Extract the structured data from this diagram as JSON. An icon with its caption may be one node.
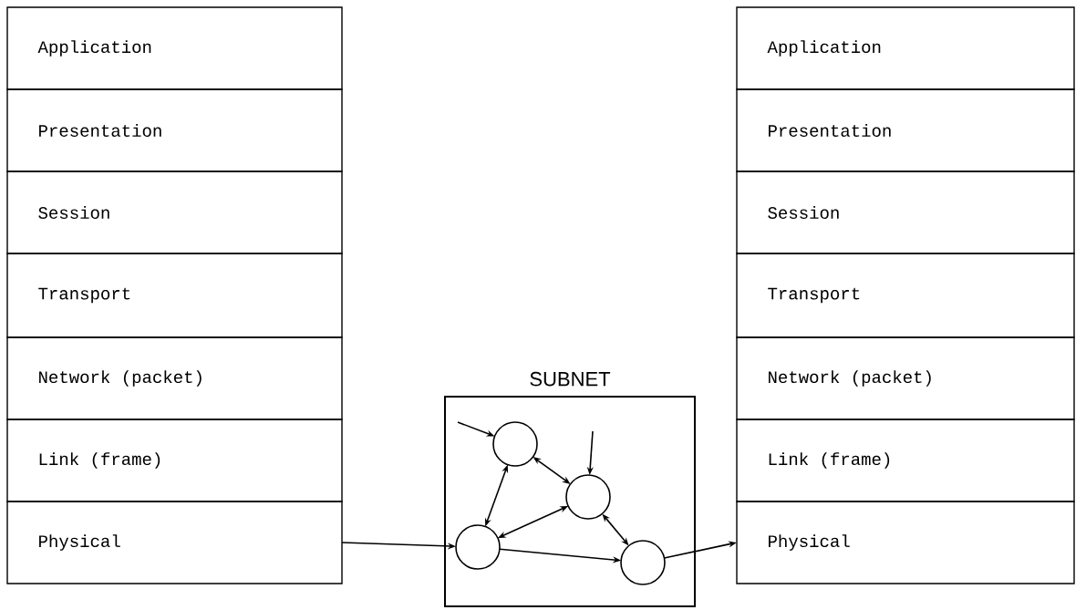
{
  "diagram": {
    "nodes": [
      {
        "text": [
          "Application"
        ]
      },
      {
        "text": [
          "Presentation"
        ]
      },
      {
        "text": [
          "Session"
        ]
      },
      {
        "text": [
          "Transport"
        ]
      },
      {
        "text": [
          "Network (packet)"
        ]
      },
      {
        "text": [
          "Link (frame)"
        ]
      },
      {
        "text": [
          "Physical"
        ]
      },
      {
        "text": [
          "SUBNET"
        ]
      },
      {
        "text": [],
        "shape": "circle",
        "in": 7
      },
      {
        "text": [],
        "shape": "circle",
        "in": 7
      },
      {
        "text": [],
        "shape": "circle",
        "in": 7
      },
      {
        "text": [],
        "shape": "circle",
        "in": 7
      },
      {
        "text": [
          "Application"
        ]
      },
      {
        "text": [
          "Presentation"
        ]
      },
      {
        "text": [
          "Session"
        ]
      },
      {
        "text": [
          "Transport"
        ]
      },
      {
        "text": [
          "Network (packet)"
        ]
      },
      {
        "text": [
          "Link (frame)"
        ]
      },
      {
        "text": [
          "Physical"
        ]
      }
    ],
    "edges": [
      {
        "from": 6,
        "to": 10,
        "arrow": "to"
      },
      {
        "from": null,
        "to": 8,
        "arrow": "to"
      },
      {
        "from": null,
        "to": 9,
        "arrow": "to"
      },
      {
        "from": 8,
        "to": 9,
        "arrow": "both"
      },
      {
        "from": 8,
        "to": 10,
        "arrow": "both"
      },
      {
        "from": 9,
        "to": 10,
        "arrow": "both"
      },
      {
        "from": 9,
        "to": 11,
        "arrow": "both"
      },
      {
        "from": 10,
        "to": 11,
        "arrow": "to"
      },
      {
        "from": 11,
        "to": 18,
        "arrow": "to"
      }
    ]
  }
}
